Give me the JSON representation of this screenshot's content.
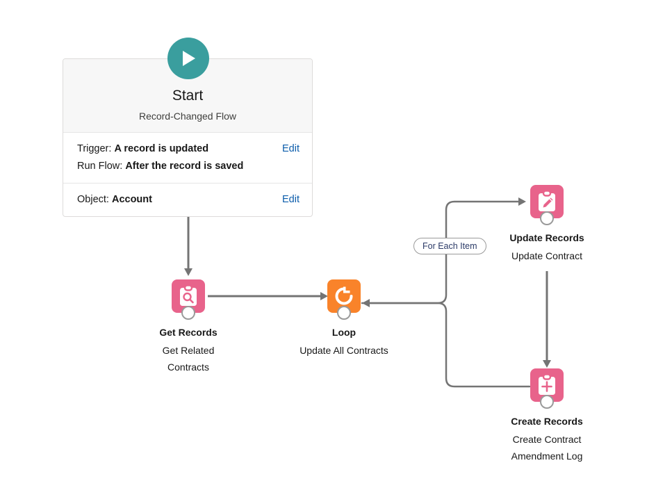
{
  "flow": {
    "start": {
      "icon": "play-icon",
      "title": "Start",
      "subtitle": "Record-Changed Flow",
      "rows": [
        {
          "lines": [
            {
              "label": "Trigger: ",
              "value": "A record is updated"
            },
            {
              "label": "Run Flow: ",
              "value": "After the record is saved"
            }
          ],
          "action": "Edit"
        },
        {
          "lines": [
            {
              "label": "Object: ",
              "value": "Account"
            }
          ],
          "action": "Edit"
        }
      ]
    },
    "nodes": [
      {
        "id": "get-records",
        "icon": "clipboard-search-icon",
        "color": "#e8638b",
        "label": "Get Records",
        "sub": "Get Related Contracts"
      },
      {
        "id": "loop",
        "icon": "loop-refresh-icon",
        "color": "#f9832a",
        "label": "Loop",
        "sub": "Update All Contracts"
      },
      {
        "id": "update-records",
        "icon": "clipboard-pencil-icon",
        "color": "#e8638b",
        "label": "Update Records",
        "sub": "Update Contract"
      },
      {
        "id": "create-records",
        "icon": "clipboard-plus-icon",
        "color": "#e8638b",
        "label": "Create Records",
        "sub": "Create Contract Amendment Log"
      }
    ],
    "connector_label": "For Each Item",
    "colors": {
      "connector": "#747474",
      "start_accent": "#3a9e9e",
      "record_node": "#e8638b",
      "loop_node": "#f9832a",
      "link": "#0b5cab",
      "pill_text": "#2b3a67"
    }
  }
}
